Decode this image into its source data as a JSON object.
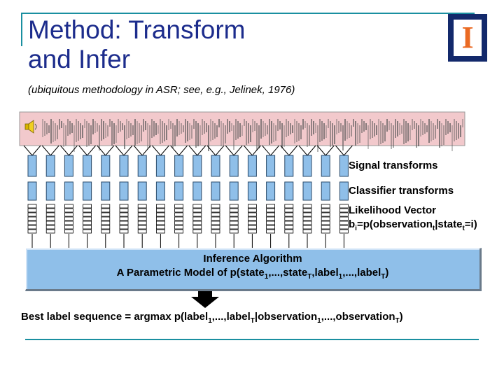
{
  "slide": {
    "title_line1": "Method: Transform",
    "title_line2": "and Infer",
    "subtitle": "(ubiquitous methodology in ASR; see, e.g., Jelinek, 1976)",
    "logo_glyph": "I"
  },
  "labels": {
    "signal_transforms": "Signal transforms",
    "classifier_transforms": "Classifier transforms",
    "likelihood_vector": "Likelihood Vector",
    "likelihood_b": "b",
    "likelihood_i": "i",
    "likelihood_eq": "=p(observation",
    "likelihood_t1": "t",
    "likelihood_bar": "|state",
    "likelihood_t2": "t",
    "likelihood_end": "=i)"
  },
  "inference": {
    "line1": "Inference Algorithm",
    "line2_prefix": "A Parametric Model of p(state",
    "sub1": "1",
    "mid1": ",...,state",
    "subT1": "T",
    "mid2": ",label",
    "sub2": "1",
    "mid3": ",...,label",
    "subT2": "T",
    "line2_suffix": ")"
  },
  "best": {
    "prefix": "Best label sequence = argmax p(label",
    "sub1": "1",
    "mid1": ",...,label",
    "subT1": "T",
    "mid2": "|observation",
    "sub2": "1",
    "mid3": ",...,observation",
    "subT2": "T",
    "suffix": ")"
  },
  "icons": {
    "speaker": "speaker-icon",
    "arrow": "down-arrow-icon"
  },
  "colors": {
    "title": "#1c2c8c",
    "accent_rule": "#1a8fa0",
    "spectrogram_band": "#f2c9cc",
    "transform_box": "#8fbfe9",
    "inference_box": "#8fbfe9",
    "logo_bg": "#13296b",
    "logo_glyph": "#ea6a23"
  }
}
